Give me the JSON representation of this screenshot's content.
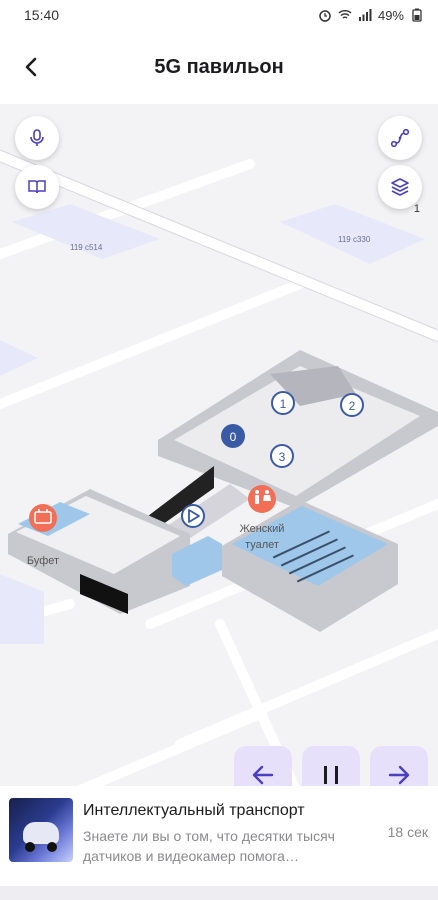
{
  "status": {
    "time": "15:40",
    "battery": "49%"
  },
  "header": {
    "title": "5G павильон"
  },
  "map": {
    "room_labels": [
      "119 с514",
      "119 с330"
    ],
    "room_numbers": [
      "0",
      "1",
      "2",
      "3"
    ],
    "poi_labels": [
      "Женский\nтуалет",
      "Буфет"
    ],
    "layer_count": "1"
  },
  "bottom_card": {
    "title": "Интеллектуальный транспорт",
    "description": "Знаете ли вы о том, что десятки тысяч датчиков и видеокамер помога…",
    "duration": "18 сек"
  },
  "icons": {
    "back": "arrow-back-icon",
    "mic": "microphone-icon",
    "book": "book-icon",
    "route": "route-icon",
    "layers": "layers-icon",
    "prev": "arrow-left-icon",
    "pause": "pause-icon",
    "next": "arrow-right-icon"
  },
  "colors": {
    "accent": "#4a3fbf",
    "control_bg": "#e7e0fb",
    "room_blue": "#9ec7ea",
    "poi_red": "#f26f57"
  }
}
